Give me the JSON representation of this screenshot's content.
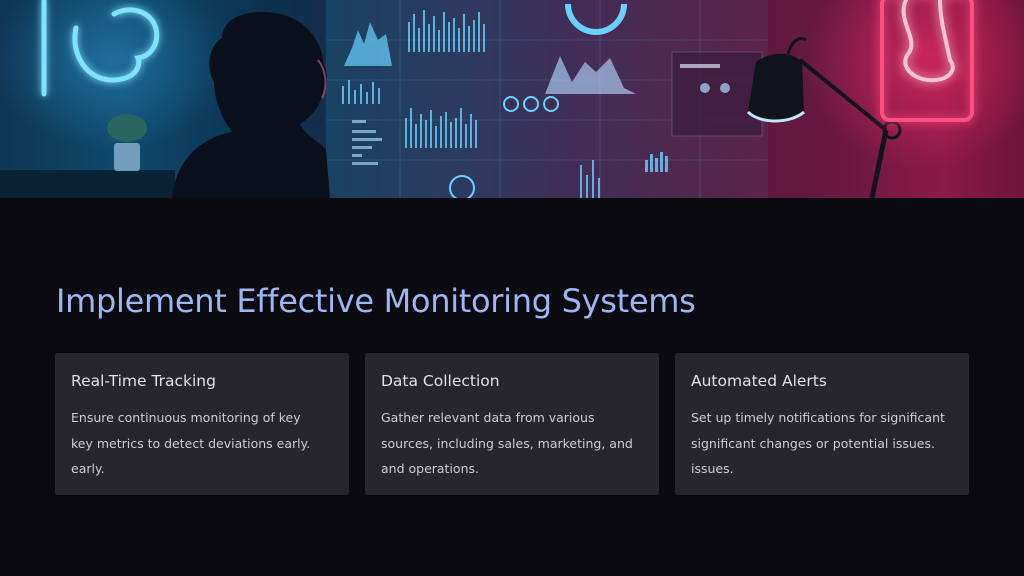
{
  "slide": {
    "title": "Implement Effective Monitoring Systems",
    "hero_image": {
      "description": "Woman silhouetted in front of transparent data dashboards, blue neon sign on left, pink neon sign and desk lamp on right",
      "accent_left": "#1fb7ff",
      "accent_right": "#ff2f6e"
    },
    "colors": {
      "background": "#0b0a10",
      "title": "#9db7f5",
      "card_bg": "#27262c",
      "card_title": "#e2e1e6",
      "card_text": "#cfcdd4"
    },
    "cards": [
      {
        "title": "Real-Time Tracking",
        "lines": [
          "Ensure continuous monitoring of key",
          "key metrics to detect deviations early.",
          "early."
        ]
      },
      {
        "title": "Data Collection",
        "lines": [
          "Gather relevant data from various",
          "sources, including sales, marketing, and",
          "and operations."
        ]
      },
      {
        "title": "Automated Alerts",
        "lines": [
          "Set up timely notifications for significant",
          "significant changes or potential issues.",
          "issues."
        ]
      }
    ]
  }
}
